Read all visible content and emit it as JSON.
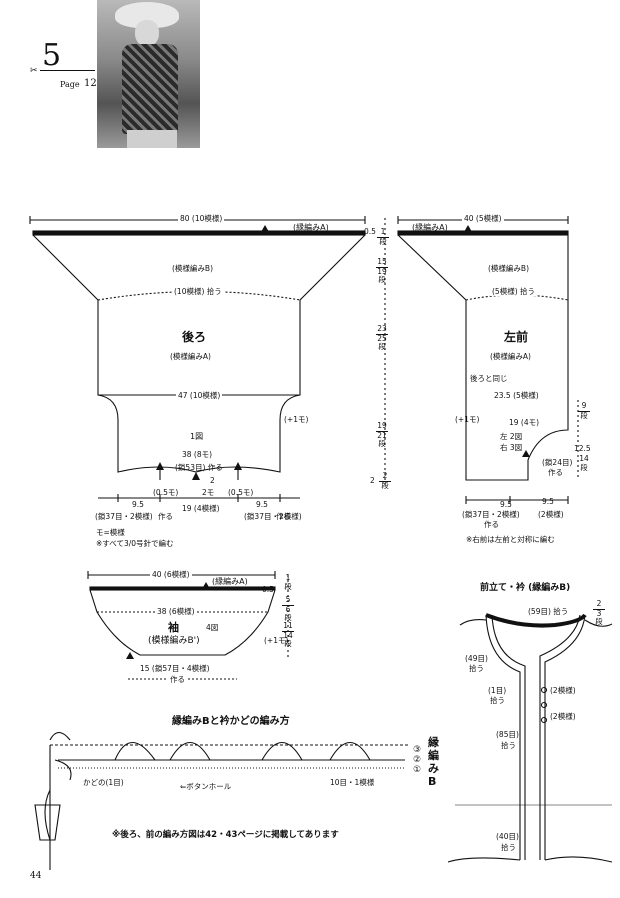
{
  "header": {
    "pattern_number": "5",
    "page_label": "Page",
    "page_ref": "12"
  },
  "back": {
    "title": "後ろ",
    "pattern_a": "(模様編みA)",
    "pattern_b": "(模様編みB)",
    "top_width": "80 (10模様)",
    "edging": "(縁編みA)",
    "pickup": "(10模様) 拾う",
    "waist": "47 (10模様)",
    "diagram": "1図",
    "bottom_width": "38 (8モ)",
    "chain_center": "(鎖53目) 作る",
    "mo_left": "(0.5モ)",
    "mo_right": "(0.5モ)",
    "center_mo": "2モ",
    "center_2": "2",
    "plus1": "(+1モ)",
    "b_left_w": "9.5",
    "b_left_c": "(鎖37目・2模様)",
    "b_mid": "19 (4模様)",
    "b_right_w": "9.5",
    "b_right_c": "(鎖37目・2模様)",
    "make": "作る",
    "legend1": "モ=模様",
    "legend2": "※すべて3/0号針で編む"
  },
  "right_dims": {
    "d1": [
      "0.5",
      "1",
      "段"
    ],
    "d2": [
      "15",
      "19",
      "段"
    ],
    "d3": [
      "23",
      "25",
      "段"
    ],
    "d4": [
      "19",
      "21",
      "段"
    ],
    "d5": [
      "2",
      "2",
      "段"
    ]
  },
  "front": {
    "title": "左前",
    "pattern_a": "(模様編みA)",
    "pattern_b": "(模様編みB)",
    "top_width": "40 (5模様)",
    "edging": "(縁編みA)",
    "pickup": "(5模様) 拾う",
    "same_back": "後ろと同じ",
    "waist": "23.5 (5模様)",
    "plus1": "(+1モ)",
    "mid": "19 (4モ)",
    "left": "左 2図",
    "right": "右 3図",
    "chain": "(鎖24目)",
    "make": "作る",
    "b_left_w": "9.5",
    "b_right_w": "9.5",
    "b_left_c": "(鎖37目・2模様)",
    "b_right_c": "(2模様)",
    "note": "※右前は左前と対称に編む",
    "dim_a": [
      "9",
      "段"
    ],
    "dim_b": [
      "12.5",
      "14",
      "段"
    ]
  },
  "sleeve": {
    "title": "袖",
    "diagram": "4図",
    "pattern": "(模様編みB')",
    "top_width": "40 (6模様)",
    "edging": "(縁編みA)",
    "inner": "38 (6模様)",
    "plus1": "(+1モ)",
    "bottom": "15 (鎖57目・4模様)",
    "make": "作る",
    "d1": [
      "1",
      "段"
    ],
    "d2": [
      "5",
      "6",
      "段"
    ],
    "d3": [
      "11",
      "14",
      "段"
    ]
  },
  "collar": {
    "title": "前立て・衿 (縁編みB)",
    "top_pick": "(59目) 拾う",
    "top_dim": [
      "2",
      "3",
      "段"
    ],
    "l1": "(49目)",
    "l1b": "拾う",
    "l2": "(1目)",
    "l2b": "拾う",
    "l3": "(85目)",
    "l3b": "拾う",
    "l4": "(40目)",
    "l4b": "拾う",
    "btn1": "(2模様)",
    "btn2": "(2模様)"
  },
  "edging_chart": {
    "title": "縁編みBと衿かどの編み方",
    "corner": "かどの(1目)",
    "buttonhole": "⇐ボタンホール",
    "repeat": "10目・1模様",
    "rows": [
      "③",
      "②",
      "①"
    ],
    "side": "縁編みB"
  },
  "footer": {
    "note": "※後ろ、前の編み方図は42・43ページに掲載してあります",
    "page_number": "44"
  }
}
